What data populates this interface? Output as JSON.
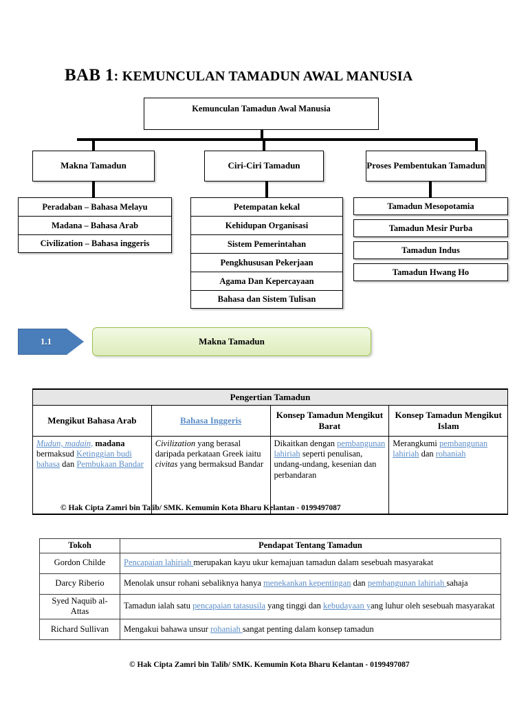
{
  "title": {
    "prefix": "BAB 1",
    "separator": ":",
    "rest": " KEMUNCULAN TAMADUN AWAL MANUSIA"
  },
  "flowchart": {
    "root": "Kemunculan Tamadun Awal Manusia",
    "branches": [
      {
        "label": "Makna Tamadun"
      },
      {
        "label": "Ciri-Ciri Tamadun"
      },
      {
        "label": "Proses Pembentukan Tamadun"
      }
    ],
    "column_makna": [
      "Peradaban – Bahasa Melayu",
      "Madana – Bahasa Arab",
      "Civilization – Bahasa inggeris"
    ],
    "column_ciri": [
      "Petempatan kekal",
      "Kehidupan Organisasi",
      "Sistem Pemerintahan",
      "Pengkhususan Pekerjaan",
      "Agama Dan Kepercayaan",
      "Bahasa dan Sistem Tulisan"
    ],
    "column_proses": [
      "Tamadun Mesopotamia",
      "Tamadun Mesir Purba",
      "Tamadun Indus",
      "Tamadun Hwang Ho"
    ]
  },
  "banner": {
    "number": "1.1",
    "title": "Makna Tamadun",
    "arrow_color": "#4A7EBB",
    "box_color": "#e6f2cc",
    "box_border_color": "#9ac04e"
  },
  "table_pengertian": {
    "caption": "Pengertian Tamadun",
    "headers": [
      "Mengikut Bahasa Arab",
      "Bahasa Inggeris",
      "Konsep Tamadun Mengikut Barat",
      "Konsep Tamadun Mengikut Islam"
    ],
    "cells": [
      "Mudun, madain, madana bermaksud Ketinggian budi bahasa dan Pembukaan Bandar",
      "Civilization yang berasal daripada perkataan Greek iaitu civitas yang bermaksud Bandar",
      "Dikaitkan dengan pembangunan lahiriah seperti penulisan, undang-undang, kesenian dan perbandaran",
      "Merangkumi pembangunan lahiriah dan rohaniah"
    ]
  },
  "table_tokoh": {
    "headers": [
      "Tokoh",
      "Pendapat Tentang Tamadun"
    ],
    "rows": [
      {
        "name": "Gordon Childe",
        "opinion": "Pencapaian lahiriah merupakan kayu ukur kemajuan tamadun dalam sesebuah masyarakat"
      },
      {
        "name": "Darcy Riberio",
        "opinion": "Menolak unsur rohani sebaliknya hanya menekankan kepentingan dan pembangunan lahiriah sahaja"
      },
      {
        "name": "Syed Naquib al-Attas",
        "opinion": "Tamadun ialah satu pencapaian tatasusila yang tinggi dan kebudayaan yang luhur oleh sesebuah masyarakat"
      },
      {
        "name": "Richard Sullivan",
        "opinion": "Mengakui bahawa unsur rohaniah sangat penting dalam konsep tamadun"
      }
    ]
  },
  "copyright": "© Hak Cipta Zamri bin Talib/ SMK. Kemumin Kota Bharu Kelantan - 0199497087",
  "colors": {
    "link": "#5B8DC8",
    "header_fill": "#e6e6e6"
  }
}
